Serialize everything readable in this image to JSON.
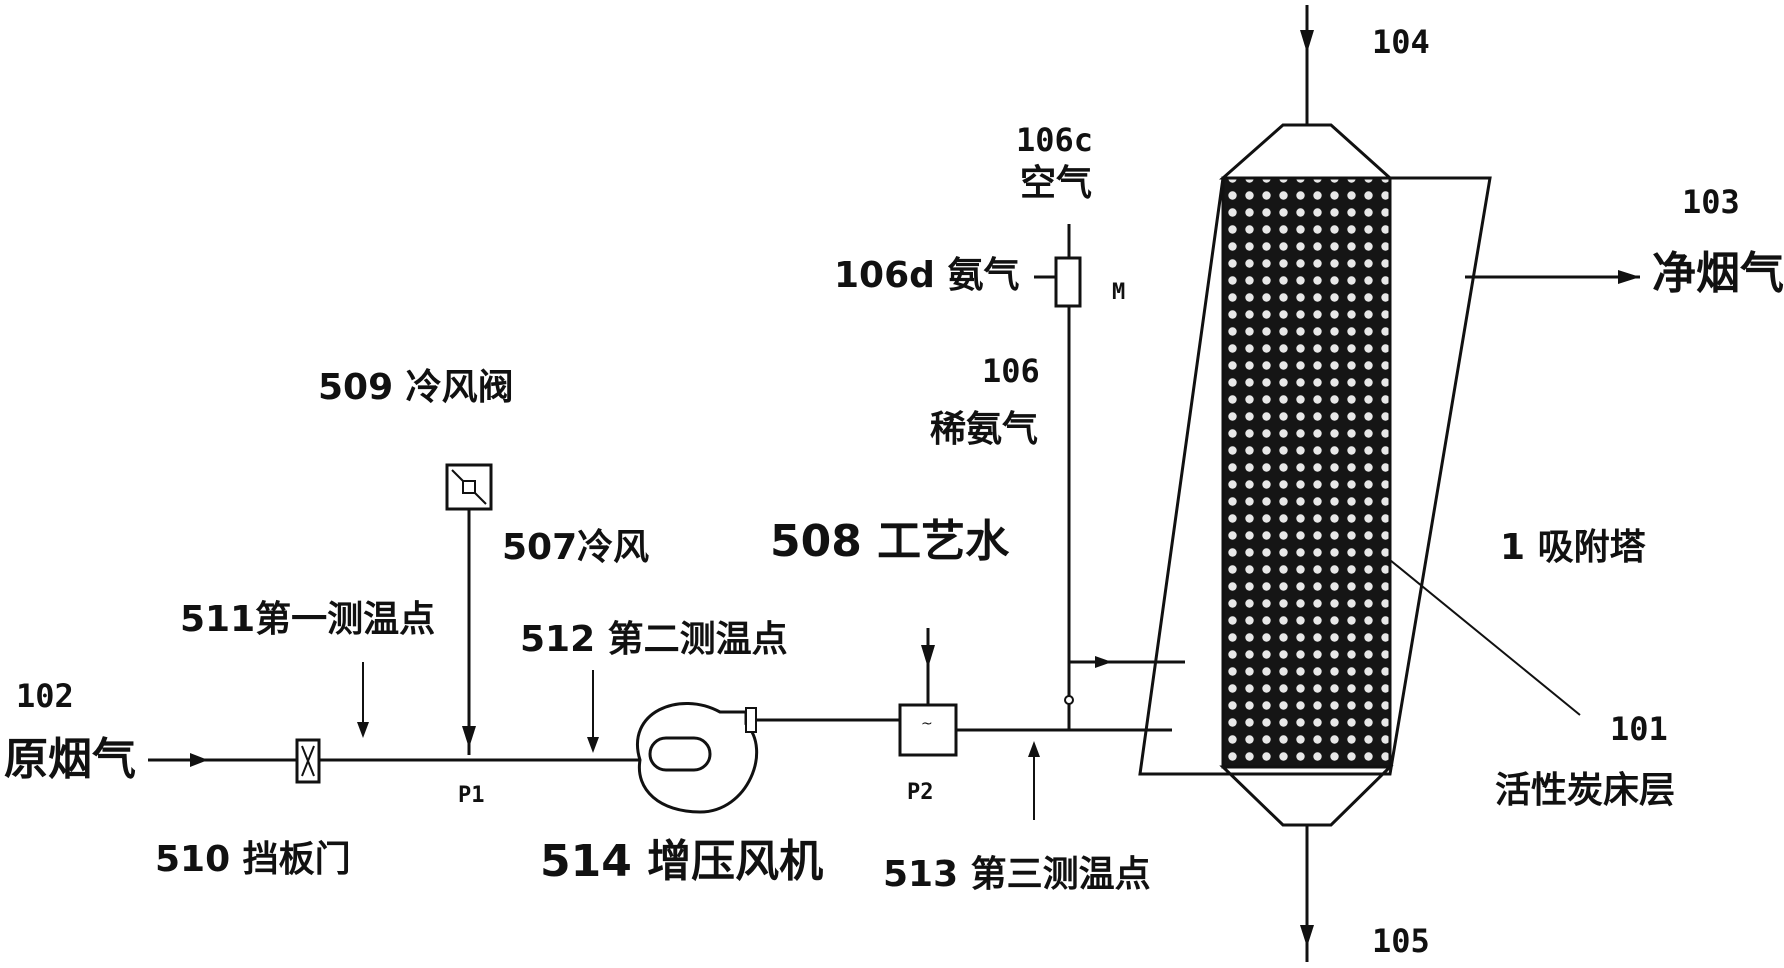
{
  "labels": {
    "raw_gas_num": "102",
    "raw_gas": "原烟气",
    "damper": "510  挡板门",
    "first_temp": "511第一测温点",
    "cold_valve": "509 冷风阀",
    "cold_air": "507冷风",
    "p1": "P1",
    "second_temp": "512 第二测温点",
    "booster_fan": "514 增压风机",
    "process_water": "508 工艺水",
    "p2": "P2",
    "third_temp": "513 第三测温点",
    "air_num": "106c",
    "air": "空气",
    "ammonia": "106d 氨气",
    "mixer_m": "M",
    "dilute_num": "106",
    "dilute_ammonia": "稀氨气",
    "top_num": "104",
    "clean_num": "103",
    "clean_gas": "净烟气",
    "tower": "1 吸附塔",
    "bed_num": "101",
    "bed": "活性炭床层",
    "bottom_num": "105"
  }
}
